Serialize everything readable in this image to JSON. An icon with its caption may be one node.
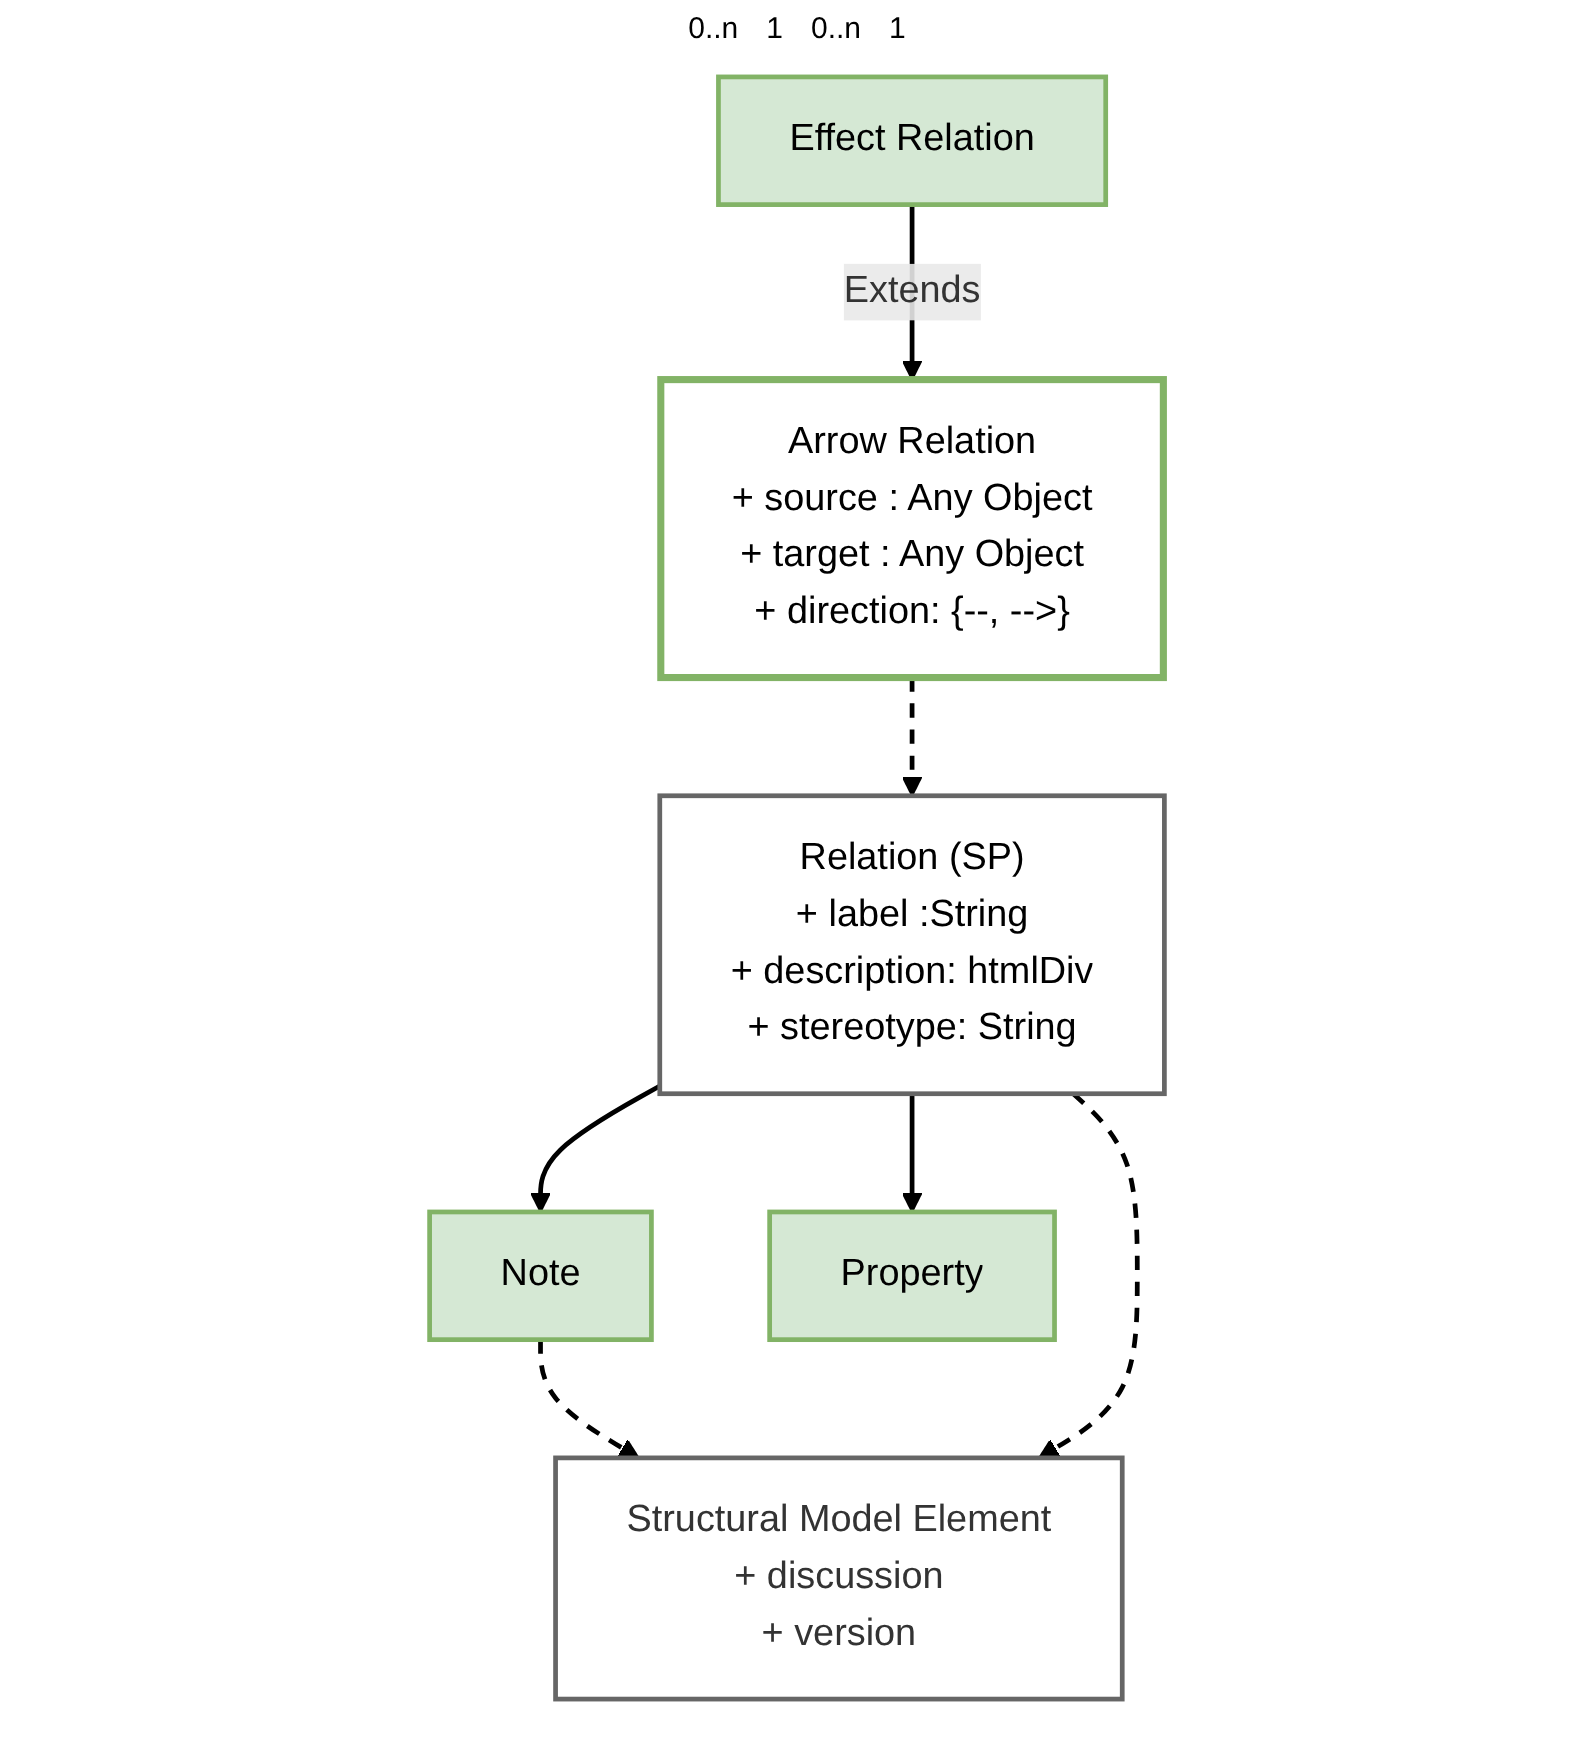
{
  "diagram": {
    "nodes": [
      {
        "text": [
          "Structural Model Element",
          "+ discussion",
          "+ version"
        ]
      },
      {
        "text": [
          "Note"
        ]
      },
      {
        "text": [
          "Property"
        ]
      },
      {
        "text": [
          "Relation (SP)",
          "+ label :String",
          "+ description: htmlDiv",
          "+ stereotype: String"
        ]
      },
      {
        "text": [
          "Arrow Relation",
          "+ source : Any Object",
          "+ target : Any Object",
          "+ direction: {--, -->}"
        ]
      },
      {
        "text": [
          "Effect Relation"
        ]
      }
    ],
    "edges": [
      {
        "from": 1,
        "to": 0,
        "arrow": "to",
        "style": "dashed"
      },
      {
        "from": 3,
        "to": 0,
        "arrow": "to",
        "style": "dashed"
      },
      {
        "from": 3,
        "to": 1,
        "arrow": "to"
      },
      {
        "from": 3,
        "to": 2,
        "arrow": "to"
      },
      {
        "from": 4,
        "to": 3,
        "arrow": "to",
        "style": "dashed"
      },
      {
        "from": 5,
        "to": 4,
        "arrow": "to",
        "label": "Extends"
      }
    ],
    "labels": [
      "0..n",
      "1",
      "0..n",
      "1"
    ]
  }
}
